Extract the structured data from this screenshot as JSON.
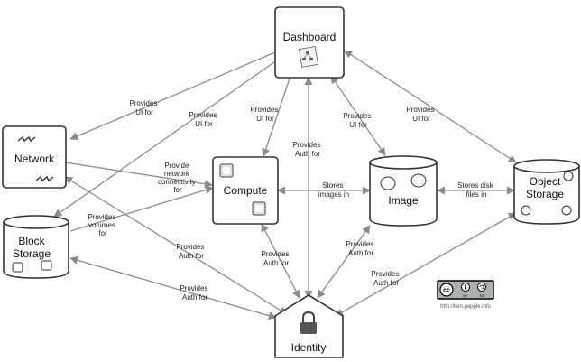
{
  "nodes": {
    "dashboard": "Dashboard",
    "network": "Network",
    "compute": "Compute",
    "image": "Image",
    "object_storage_line1": "Object",
    "object_storage_line2": "Storage",
    "block_storage_line1": "Block",
    "block_storage_line2": "Storage",
    "identity": "Identity"
  },
  "edges": {
    "dash_network": [
      "Provides",
      "UI for"
    ],
    "dash_block": [
      "Provides",
      "UI for"
    ],
    "dash_compute": [
      "Provides",
      "UI for"
    ],
    "dash_identity": [
      "Provides",
      "Auth for"
    ],
    "dash_image": [
      "Provides",
      "UI for"
    ],
    "dash_object": [
      "Provides",
      "UI for"
    ],
    "network_compute": [
      "Provide",
      "network",
      "connectivity",
      "for"
    ],
    "block_compute": [
      "Provides",
      "volumes",
      "for"
    ],
    "image_compute": [
      "Stores",
      "images in"
    ],
    "object_image": [
      "Stores disk",
      "files in"
    ],
    "network_identity": [
      "Provides",
      "Auth for"
    ],
    "compute_identity": [
      "Provides",
      "Auth for"
    ],
    "image_identity": [
      "Provides",
      "Auth for"
    ],
    "block_identity": [
      "Provides",
      "Auth for"
    ],
    "object_identity": [
      "Provides",
      "Auth for"
    ]
  },
  "license": {
    "badge": [
      "cc",
      "BY",
      "SA"
    ],
    "url": "http://ken.pepple.info"
  },
  "colors": {
    "arrow": "#8a8a8a",
    "outline": "#333333",
    "badge_bg": "#aab2ad"
  }
}
